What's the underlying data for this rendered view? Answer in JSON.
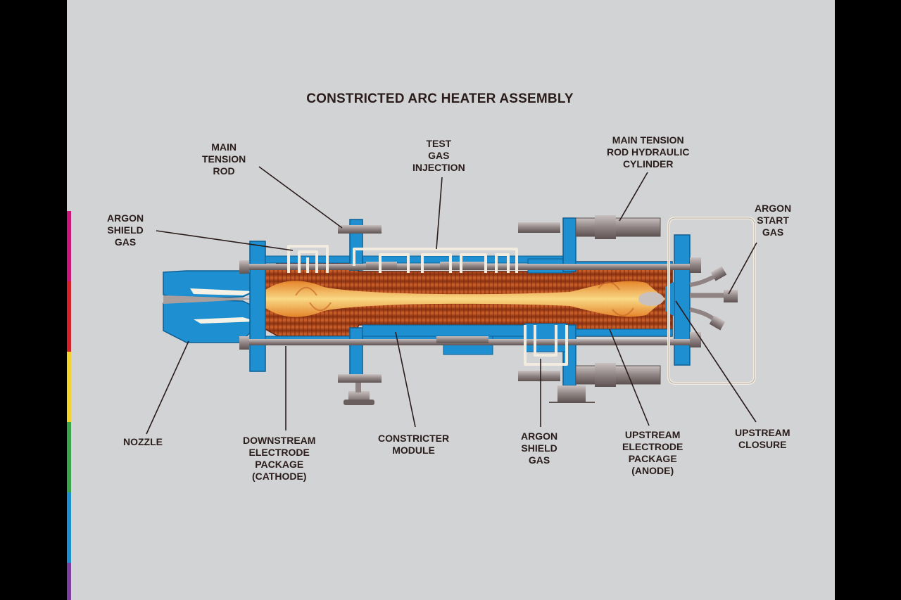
{
  "title": "CONSTRICTED ARC HEATER ASSEMBLY",
  "colors": {
    "background": "#d2d3d4",
    "structure_blue": "#1e8fd0",
    "electrode_copper": "#b84a1c",
    "arc_core": "#f7c14a",
    "gas_line": "#f1ebe0",
    "text": "#2a1d1c"
  },
  "labels": {
    "main_tension_rod": [
      "MAIN",
      "TENSION",
      "ROD"
    ],
    "test_gas_injection": [
      "TEST",
      "GAS",
      "INJECTION"
    ],
    "main_tension_rod_hydraulic_cylinder": [
      "MAIN TENSION",
      "ROD HYDRAULIC",
      "CYLINDER"
    ],
    "argon_shield_gas_top": [
      "ARGON",
      "SHIELD",
      "GAS"
    ],
    "argon_start_gas": [
      "ARGON",
      "START",
      "GAS"
    ],
    "nozzle": [
      "NOZZLE"
    ],
    "downstream_electrode_package": [
      "DOWNSTREAM",
      "ELECTRODE",
      "PACKAGE",
      "(CATHODE)"
    ],
    "constricter_module": [
      "CONSTRICTER",
      "MODULE"
    ],
    "argon_shield_gas_bottom": [
      "ARGON",
      "SHIELD",
      "GAS"
    ],
    "upstream_electrode_package": [
      "UPSTREAM",
      "ELECTRODE",
      "PACKAGE",
      "(ANODE)"
    ],
    "upstream_closure": [
      "UPSTREAM",
      "CLOSURE"
    ]
  }
}
